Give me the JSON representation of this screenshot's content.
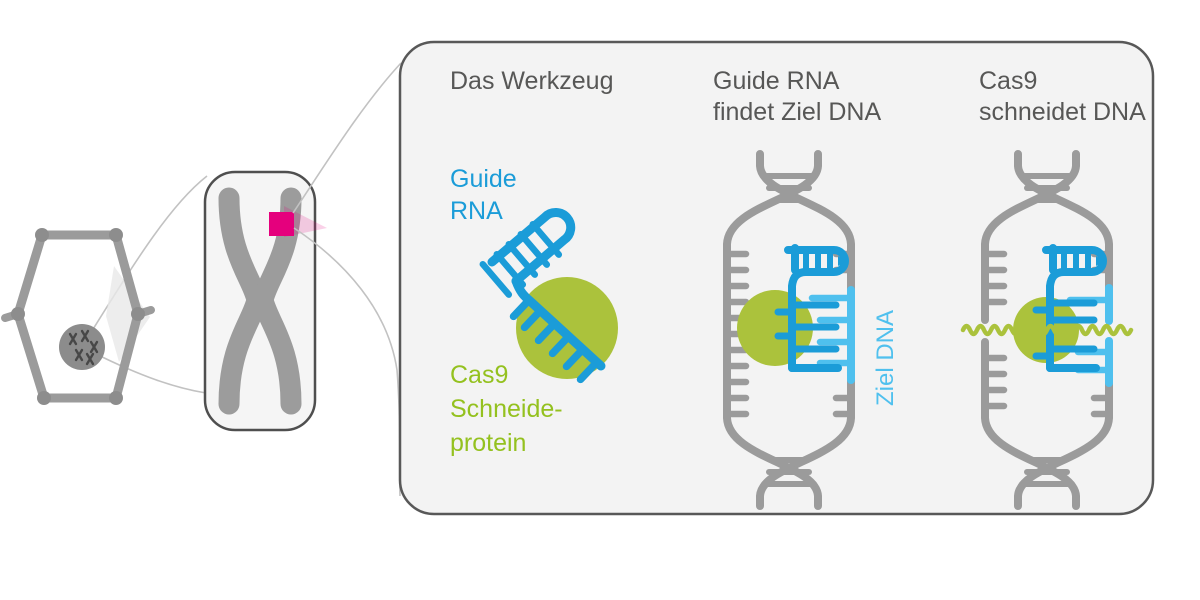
{
  "colors": {
    "gray": "#9b9b9b",
    "graydark": "#4d4d4d",
    "textdark": "#575756",
    "blue": "#1b9cd8",
    "lightblue": "#4fc0ee",
    "green": "#abc23c",
    "greentext": "#94c11f",
    "magenta": "#e5007d",
    "panelbg": "#f3f3f3",
    "cardbg": "#f5f5f5",
    "beam": "#c2c2c2",
    "nucleus": "#8c8c8c",
    "minichrom": "#474747"
  },
  "panel": {
    "sections": [
      {
        "title": "Das Werkzeug",
        "labels": {
          "guide_rna": "Guide\nRNA",
          "cas9": "Cas9\nSchneide-\nprotein"
        }
      },
      {
        "title": "Guide RNA\nfindet Ziel DNA",
        "labels": {
          "ziel_dna": "Ziel DNA"
        }
      },
      {
        "title": "Cas9\nschneidet DNA"
      }
    ]
  }
}
